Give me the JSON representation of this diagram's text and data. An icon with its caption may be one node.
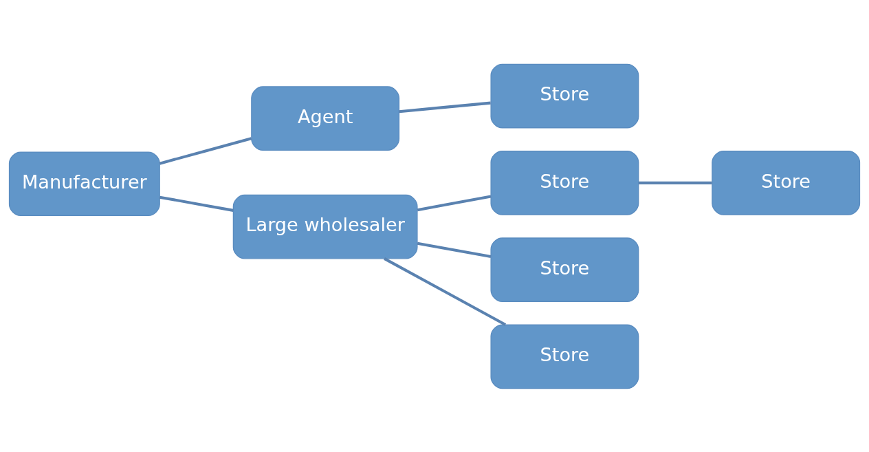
{
  "diagram": {
    "nodes": [
      {
        "text": [
          "Manufacturer"
        ]
      },
      {
        "text": [
          "Agent"
        ]
      },
      {
        "text": [
          "Large wholesaler"
        ]
      },
      {
        "text": [
          "Store"
        ]
      },
      {
        "text": [
          "Store"
        ]
      },
      {
        "text": [
          "Store"
        ]
      },
      {
        "text": [
          "Store"
        ]
      },
      {
        "text": [
          "Store"
        ]
      }
    ],
    "edges": [
      {
        "from": 0,
        "to": 1,
        "arrow": "none"
      },
      {
        "from": 0,
        "to": 2,
        "arrow": "none"
      },
      {
        "from": 1,
        "to": 3,
        "arrow": "none"
      },
      {
        "from": 2,
        "to": 4,
        "arrow": "none"
      },
      {
        "from": 2,
        "to": 5,
        "arrow": "none"
      },
      {
        "from": 2,
        "to": 6,
        "arrow": "none"
      },
      {
        "from": 4,
        "to": 7,
        "arrow": "none"
      }
    ]
  }
}
